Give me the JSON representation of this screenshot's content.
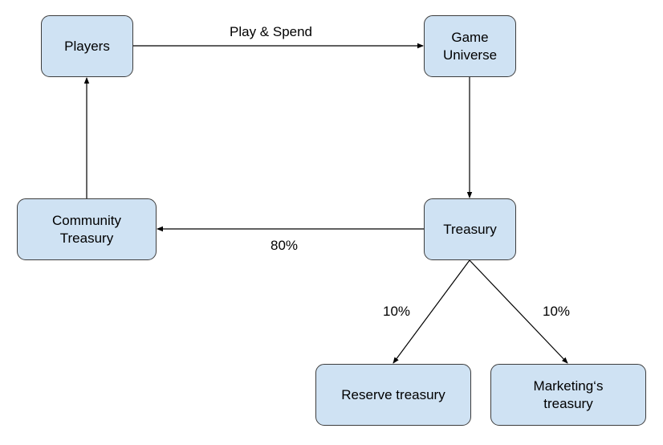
{
  "nodes": {
    "players": "Players",
    "game_universe": "Game\nUniverse",
    "community_treasury": "Community\nTreasury",
    "treasury": "Treasury",
    "reserve_treasury": "Reserve treasury",
    "marketing_treasury": "Marketing‘s\ntreasury"
  },
  "edges": {
    "players_to_game": "Play & Spend",
    "treasury_to_community": "80%",
    "treasury_to_reserve": "10%",
    "treasury_to_marketing": "10%"
  },
  "colors": {
    "node_fill": "#cfe2f3",
    "node_stroke": "#3d3d3d",
    "edge": "#000000"
  }
}
